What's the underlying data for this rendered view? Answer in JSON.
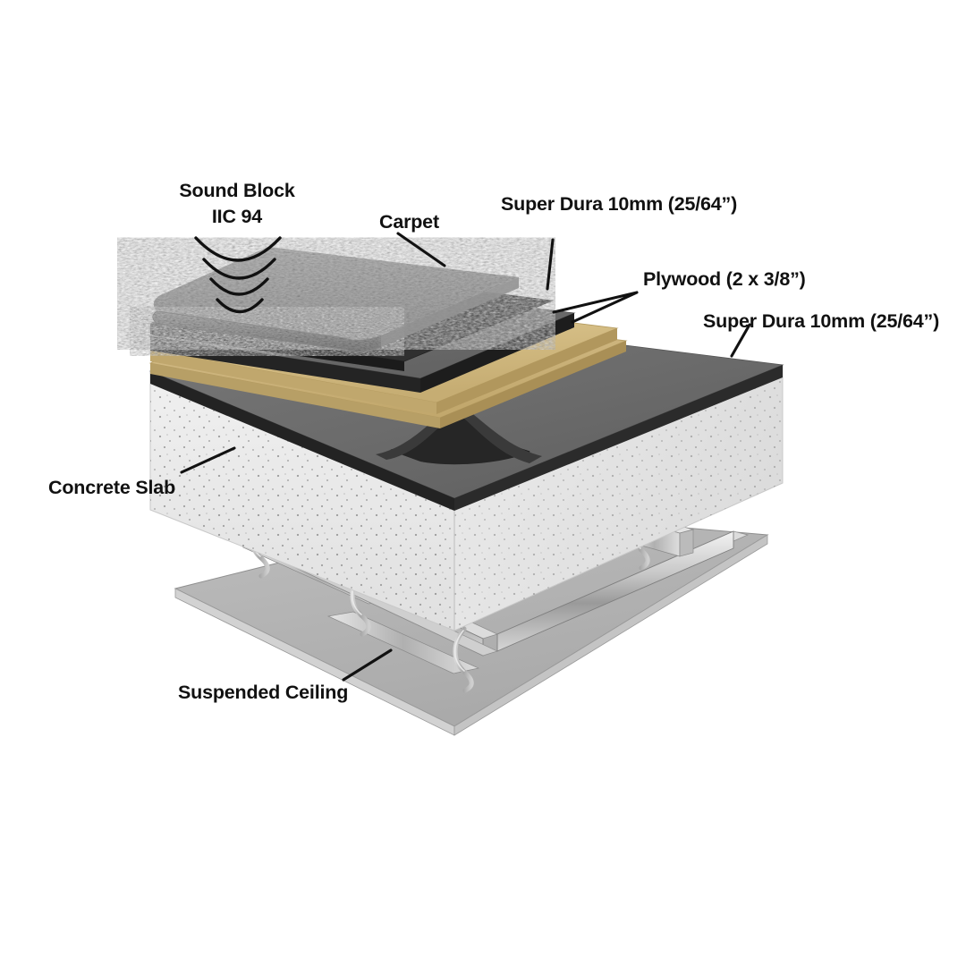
{
  "diagram": {
    "title": "Sound insulation floor assembly cutaway",
    "background_color": "#ffffff",
    "label_color": "#111111"
  },
  "labels": {
    "sound_block_line1": "Sound Block",
    "sound_block_line2": "IIC 94",
    "carpet": "Carpet",
    "super_dura_top": "Super Dura 10mm (25/64”)",
    "plywood": "Plywood (2 x 3/8”)",
    "super_dura_bottom": "Super Dura 10mm (25/64”)",
    "concrete_slab": "Concrete Slab",
    "suspended_ceiling": "Suspended Ceiling"
  },
  "layers": [
    {
      "name": "Carpet",
      "color": "#a8a8a8",
      "note": "mottled gray fibre pile, rounded front edge"
    },
    {
      "name": "Super Dura 10mm (25/64”)",
      "color": "#6d6d6d",
      "note": "upper acoustic underlay sheet, dark edge"
    },
    {
      "name": "Plywood (2 x 3/8”) layer 1",
      "color": "#dcc68f",
      "note": "tan plywood sheet with seams"
    },
    {
      "name": "Plywood (2 x 3/8”) layer 2",
      "color": "#d3ba7e",
      "note": "second tan plywood sheet"
    },
    {
      "name": "Super Dura 10mm (25/64”)",
      "color": "#6a6a6a",
      "note": "lower acoustic membrane, peels up in a wave fold"
    },
    {
      "name": "Concrete Slab",
      "color": "#eeeeee",
      "note": "white speckled aggregate concrete"
    },
    {
      "name": "Suspended Ceiling",
      "color": "#b4b4b4",
      "note": "flat gray ceiling panel on hanger rails"
    }
  ],
  "hardware": {
    "rails": "metal suspension channels",
    "hangers": "wire hanger loops",
    "rail_count": 3,
    "hanger_count": 6
  },
  "colors": {
    "carpet_light": "#c9c9c9",
    "carpet_dark": "#8f8f8f",
    "super_dura_top_face": "#6d6d6d",
    "super_dura_edge": "#2b2b2b",
    "plywood_face": "#dcc68f",
    "plywood_edge": "#b99f63",
    "concrete_face": "#f2f2f2",
    "concrete_side": "#e4e4e4",
    "ceiling_face": "#b4b4b4",
    "metal_light": "#e8e8e8",
    "metal_dark": "#8c8c8c",
    "outline": "#111111"
  },
  "sound_waves": {
    "count": 4,
    "direction": "downward into assembly"
  }
}
